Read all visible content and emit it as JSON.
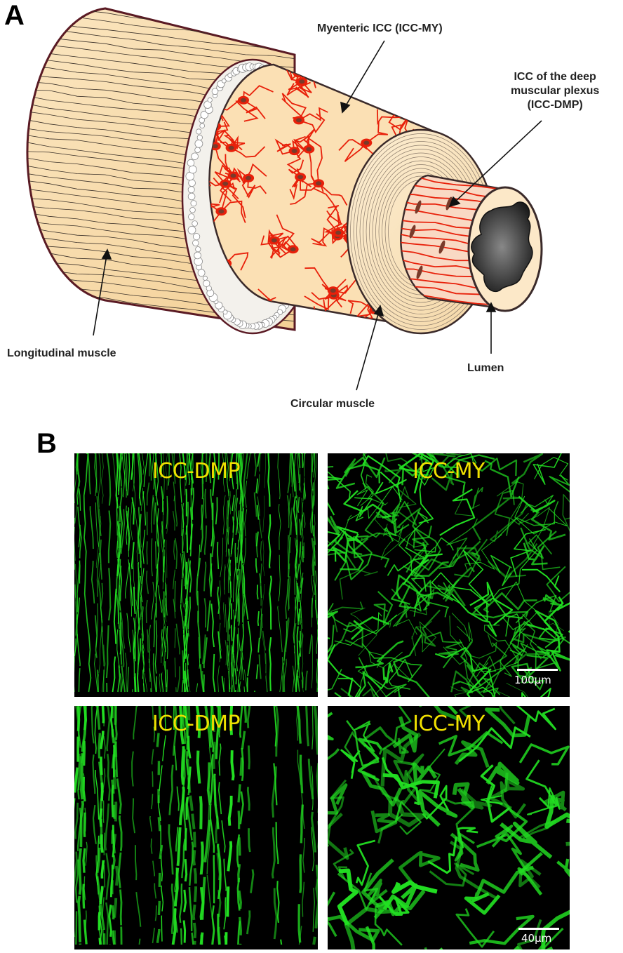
{
  "panel_a": {
    "letter": "A",
    "labels": {
      "myenteric": "Myenteric ICC (ICC-MY)",
      "deep_line1": "ICC of the deep",
      "deep_line2": "muscular plexus",
      "deep_line3": "(ICC-DMP)",
      "longitudinal": "Longitudinal muscle",
      "circular": "Circular muscle",
      "lumen": "Lumen"
    },
    "colors": {
      "muscle_fill": "#f8ddb0",
      "outline": "#5a1a24",
      "icc_network": "#e8200a",
      "icc_cell_body": "#7a3a2a",
      "lumen": "#2a2a2a"
    }
  },
  "panel_b": {
    "letter": "B",
    "images": [
      {
        "title": "ICC-DMP",
        "scale": ""
      },
      {
        "title": "ICC-MY",
        "scale": "100µm"
      },
      {
        "title": "ICC-DMP",
        "scale": ""
      },
      {
        "title": "ICC-MY",
        "scale": "40µm"
      }
    ],
    "colors": {
      "stain": "#22e022",
      "title_text": "#f0e000",
      "background": "#000000"
    }
  }
}
